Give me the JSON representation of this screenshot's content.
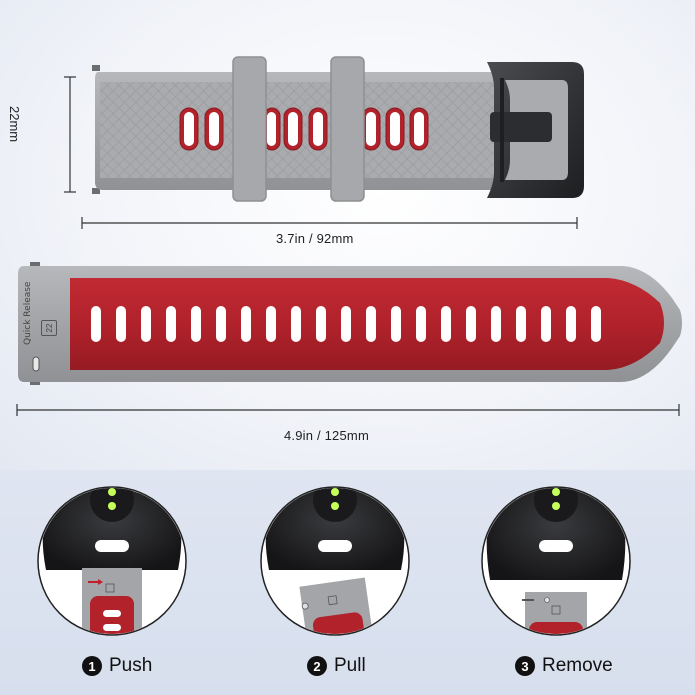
{
  "dimensions": {
    "width_label": "22mm",
    "short_strap_length": "3.7in / 92mm",
    "long_strap_length": "4.9in / 125mm"
  },
  "strap_text": {
    "quick_release": "Quick Release",
    "size_badge": "22"
  },
  "steps": [
    {
      "number": "1",
      "label": "Push"
    },
    {
      "number": "2",
      "label": "Pull"
    },
    {
      "number": "3",
      "label": "Remove"
    }
  ],
  "colors": {
    "strap_gray": "#a3a5a8",
    "strap_red": "#b1222b",
    "buckle_black": "#2a2b2e",
    "background_top": "#eef1f7",
    "background_bottom": "#d9e0ef"
  }
}
